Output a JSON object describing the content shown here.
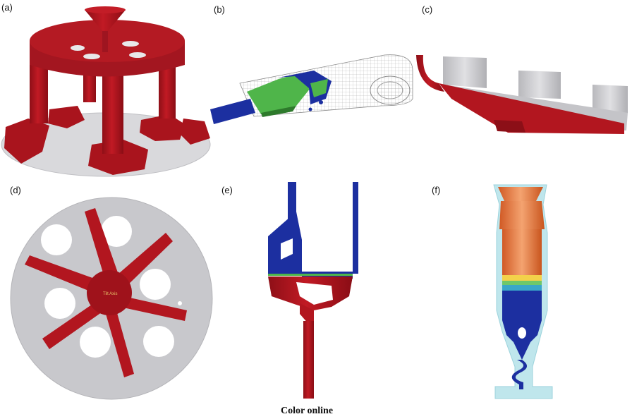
{
  "panels": [
    {
      "label": "(a)"
    },
    {
      "label": "(b)"
    },
    {
      "label": "(c)"
    },
    {
      "label": "(d)"
    },
    {
      "label": "(e)"
    },
    {
      "label": "(f)"
    }
  ],
  "panel_d_annotation": "Tilt Axis",
  "caption": "Color online",
  "colors": {
    "casting_red": "#b0161f",
    "mold_gray": "#c8c8cc",
    "metal_blue": "#1c2fa0",
    "solid_green": "#4fb54a",
    "flow_orange": "#e2733a",
    "shell_cyan": "#bfe6ec"
  }
}
